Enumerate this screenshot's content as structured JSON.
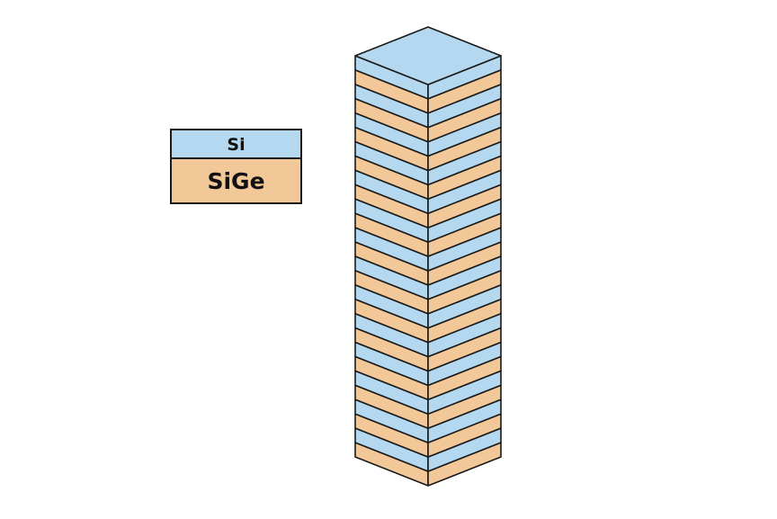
{
  "legend": {
    "si_label": "Si",
    "sige_label": "SiGe"
  },
  "stack": {
    "repeat_pairs": 14,
    "top_material": "Si",
    "bottom_material": "SiGe"
  },
  "colors": {
    "si": "#b4d8ef",
    "sige": "#f3c898",
    "outline": "#1a1a1a",
    "background": "#ffffff"
  }
}
